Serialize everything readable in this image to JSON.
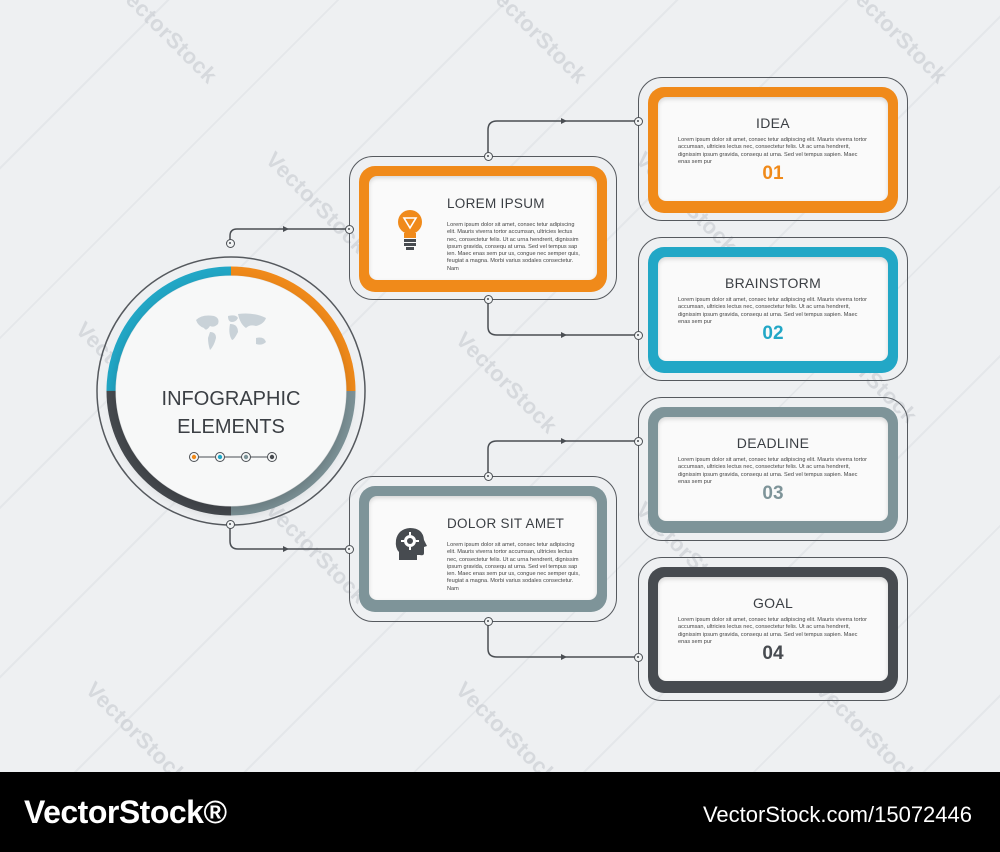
{
  "center": {
    "line1": "INFOGRAPHIC",
    "line2": "ELEMENTS"
  },
  "left_cards": [
    {
      "title": "LOREM IPSUM",
      "icon": "lightbulb-icon",
      "color": "#f08a1a",
      "body": "Lorem ipsum dolor sit amet, consec tetur adipiscing elit. Mauris viverra tortor accumsan, ultricies lectus nec, consectetur felis. Ut ac urna hendrerit, dignissim ipsum gravida, consequ at urna. Sed vel tempus sap ien. Maec enas sem pur us, congue nec semper quis, feugiat a magna. Morbi varius sodales consectetur. Nam"
    },
    {
      "title": "DOLOR SIT AMET",
      "icon": "head-gear-icon",
      "color": "#7e9499",
      "body": "Lorem ipsum dolor sit amet, consec tetur adipiscing elit. Mauris viverra tortor accumsan, ultricies lectus nec, consectetur felis. Ut ac urna hendrerit, dignissim ipsum gravida, consequ at urna. Sed vel tempus sap ien. Maec enas sem pur us, congue nec semper quis, feugiat a magna. Morbi varius sodales consectetur. Nam"
    }
  ],
  "right_cards": [
    {
      "title": "IDEA",
      "number": "01",
      "color": "#f08a1a",
      "body": "Lorem ipsum dolor sit amet, consec tetur adipiscing elit. Mauris viverra tortor accumsan, ultricies lectus nec, consectetur felis. Ut ac urna hendrerit, dignissim ipsum gravida, consequ at urna. Sed vel tempus sapien. Maec enas sem pur"
    },
    {
      "title": "BRAINSTORM",
      "number": "02",
      "color": "#22a7c6",
      "body": "Lorem ipsum dolor sit amet, consec tetur adipiscing elit. Mauris viverra tortor accumsan, ultricies lectus nec, consectetur felis. Ut ac urna hendrerit, dignissim ipsum gravida, consequ at urna. Sed vel tempus sapien. Maec enas sem pur"
    },
    {
      "title": "DEADLINE",
      "number": "03",
      "color": "#7e9499",
      "body": "Lorem ipsum dolor sit amet, consec tetur adipiscing elit. Mauris viverra tortor accumsan, ultricies lectus nec, consectetur felis. Ut ac urna hendrerit, dignissim ipsum gravida, consequ at urna. Sed vel tempus sapien. Maec enas sem pur"
    },
    {
      "title": "GOAL",
      "number": "04",
      "color": "#474b50",
      "body": "Lorem ipsum dolor sit amet, consec tetur adipiscing elit. Mauris viverra tortor accumsan, ultricies lectus nec, consectetur felis. Ut ac urna hendrerit, dignissim ipsum gravida, consequ at urna. Sed vel tempus sapien. Maec enas sem pur"
    }
  ],
  "ring_colors": [
    "#22a7c6",
    "#f08a1a",
    "#7e9499",
    "#474b50"
  ],
  "watermark": "VectorStock",
  "footer": {
    "brand": "VectorStock®",
    "url": "VectorStock.com/15072446"
  }
}
